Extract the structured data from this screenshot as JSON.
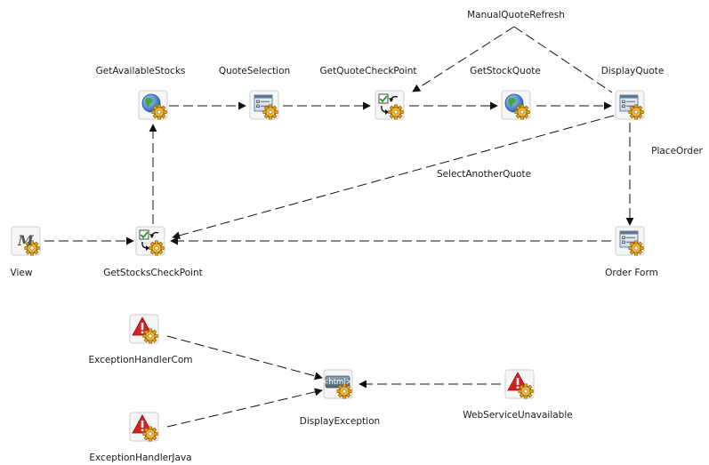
{
  "nodes": {
    "get_available_stocks": {
      "label": "GetAvailableStocks",
      "kind": "webservice"
    },
    "quote_selection": {
      "label": "QuoteSelection",
      "kind": "form"
    },
    "get_quote_checkpoint": {
      "label": "GetQuoteCheckPoint",
      "kind": "checkpoint"
    },
    "get_stock_quote": {
      "label": "GetStockQuote",
      "kind": "webservice"
    },
    "display_quote": {
      "label": "DisplayQuote",
      "kind": "form"
    },
    "view": {
      "label": "View",
      "kind": "view"
    },
    "get_stocks_checkpoint": {
      "label": "GetStocksCheckPoint",
      "kind": "checkpoint"
    },
    "order_form": {
      "label": "Order Form",
      "kind": "form"
    },
    "exception_handler_com": {
      "label": "ExceptionHandlerCom",
      "kind": "warning"
    },
    "display_exception": {
      "label": "DisplayException",
      "kind": "html"
    },
    "web_service_unavailable": {
      "label": "WebServiceUnavailable",
      "kind": "warning"
    },
    "exception_handler_java": {
      "label": "ExceptionHandlerJava",
      "kind": "warning"
    }
  },
  "edge_labels": {
    "manual_quote_refresh": "ManualQuoteRefresh",
    "place_order": "PlaceOrder",
    "select_another_quote": "SelectAnotherQuote"
  },
  "icons": {
    "html_tag_text": "<html>",
    "view_glyph": "M"
  },
  "colors": {
    "warning_red": "#d62020",
    "gear_gold": "#e0a21a",
    "checkbox_green": "#2e9a2e",
    "globe_blue": "#2a6fd0",
    "globe_green": "#49a63a"
  }
}
